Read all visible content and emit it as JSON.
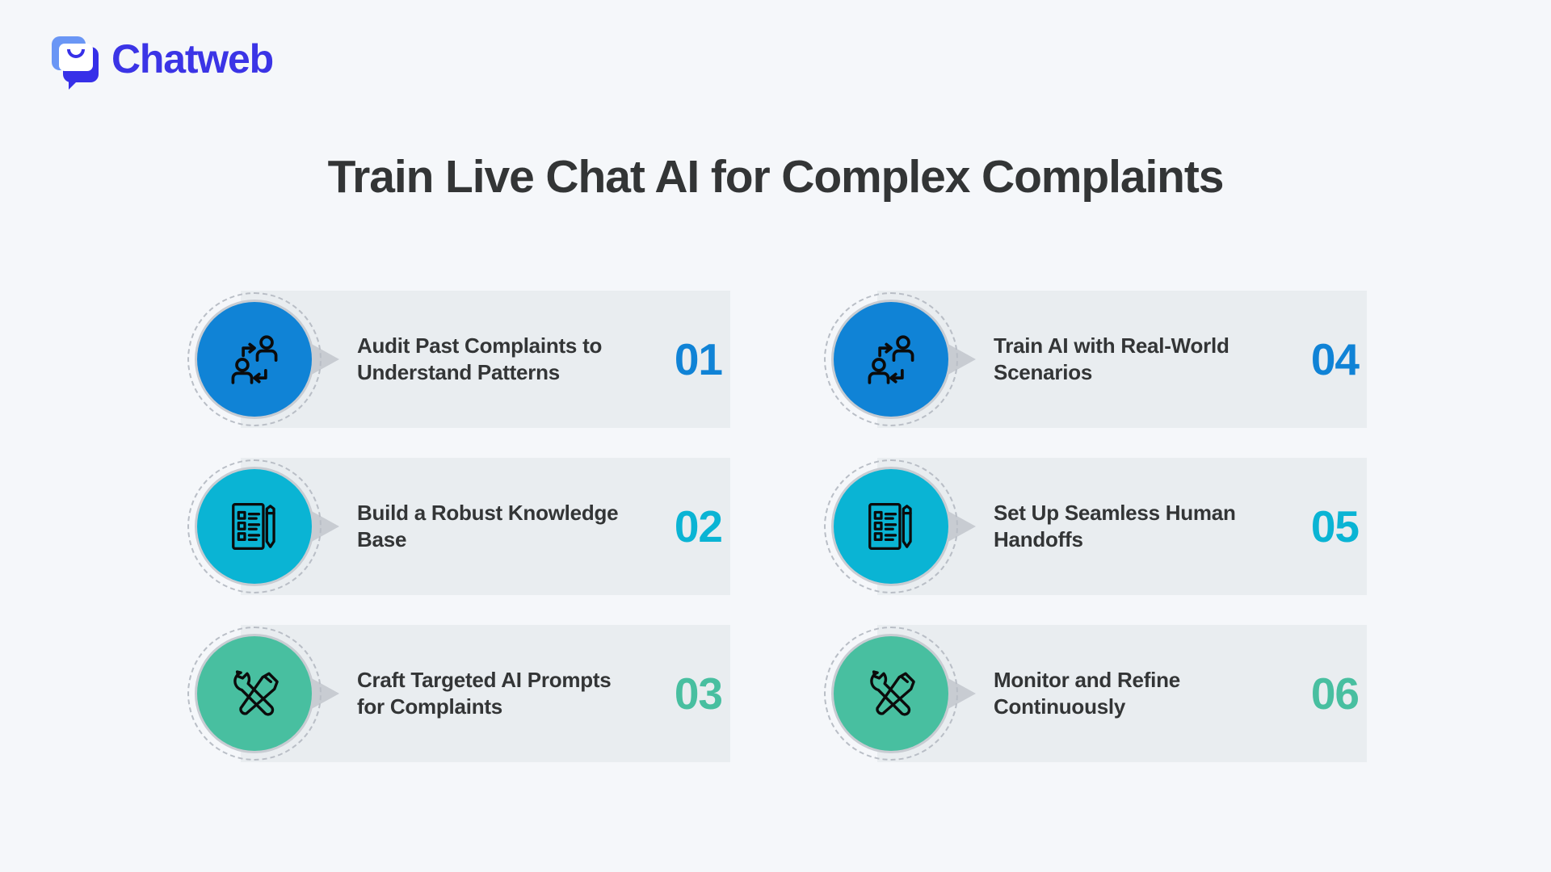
{
  "brand": {
    "name": "Chatweb",
    "logo_icon": "chat-bubble-smile-icon",
    "text_color": "#3b34e6",
    "square_back_color": "#6a96f5",
    "bubble_color": "#3730e8"
  },
  "page": {
    "title": "Train Live Chat AI for Complex Complaints",
    "background_color": "#f5f7fa",
    "title_color": "#333536",
    "panel_color": "#e9edf0",
    "shadow_color": "#c8ccd2",
    "ring_color": "#b9bec6"
  },
  "cards": [
    {
      "number": "01",
      "title": "Audit Past Complaints to Understand Patterns",
      "icon": "people-exchange-icon",
      "color": "#1083d6"
    },
    {
      "number": "02",
      "title": "Build a Robust Knowledge Base",
      "icon": "checklist-pencil-icon",
      "color": "#0ab4d4"
    },
    {
      "number": "03",
      "title": "Craft Targeted AI Prompts for Complaints",
      "icon": "wrench-screwdriver-icon",
      "color": "#48bfa0"
    },
    {
      "number": "04",
      "title": "Train AI with Real-World Scenarios",
      "icon": "people-exchange-icon",
      "color": "#1083d6"
    },
    {
      "number": "05",
      "title": "Set Up Seamless Human Handoffs",
      "icon": "checklist-pencil-icon",
      "color": "#0ab4d4"
    },
    {
      "number": "06",
      "title": "Monitor and Refine Continuously",
      "icon": "wrench-screwdriver-icon",
      "color": "#48bfa0"
    }
  ]
}
